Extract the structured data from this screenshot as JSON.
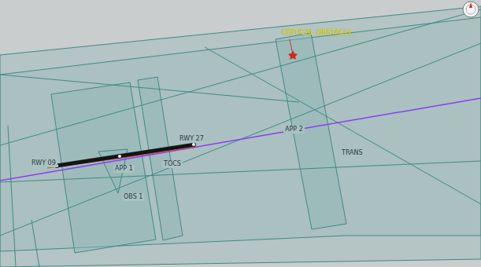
{
  "diagram": {
    "labels": [
      "CRITICAL OBSTACLE",
      "RWY 09",
      "RWY 27",
      "APP 1",
      "TOCS",
      "APP 2",
      "TRANS",
      "OBS 1"
    ]
  }
}
